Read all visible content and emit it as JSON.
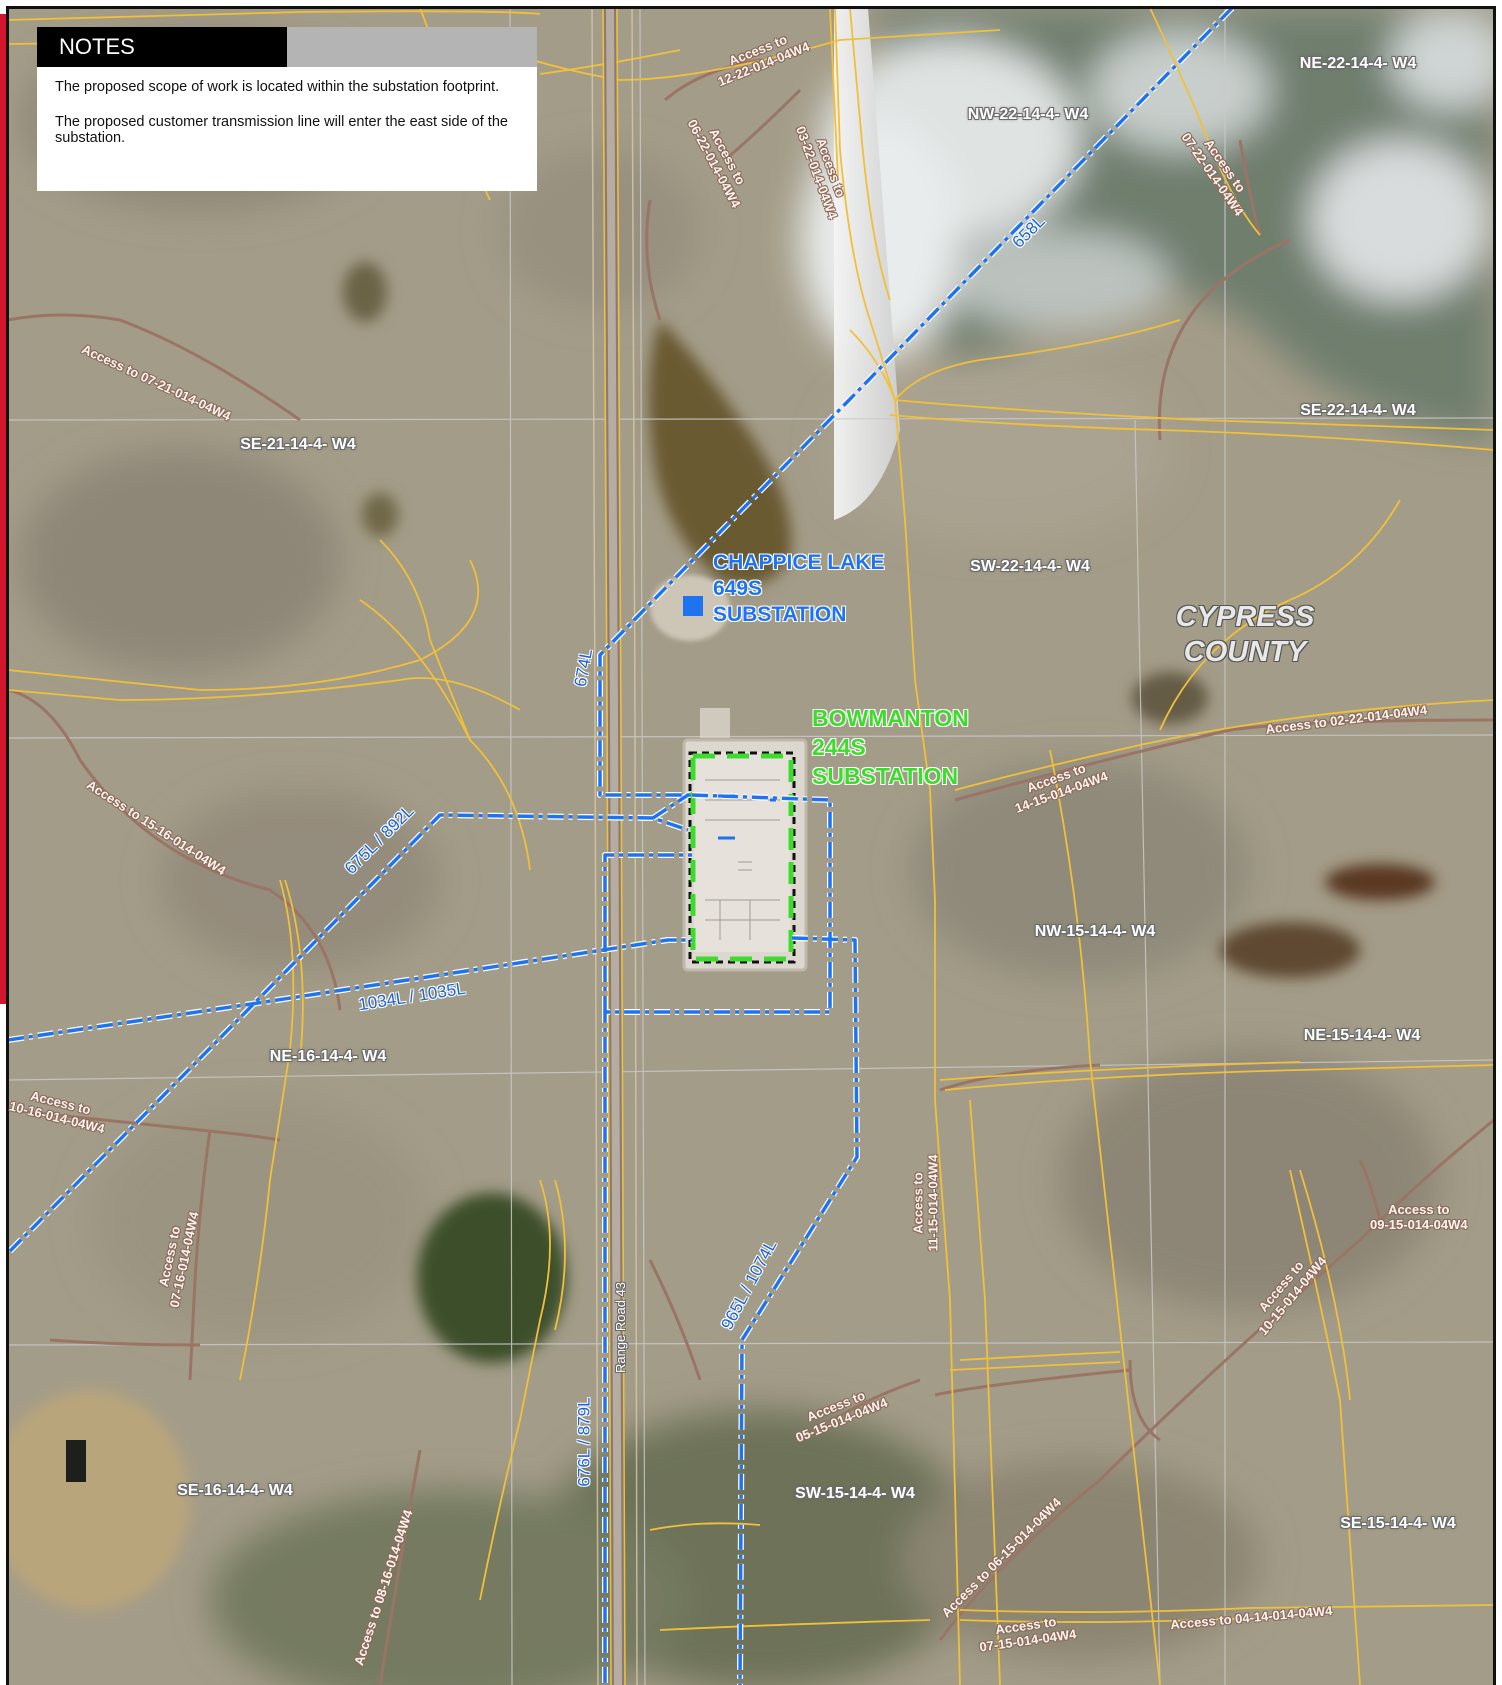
{
  "notes": {
    "title": "NOTES",
    "line1": "The proposed scope of work is located within the substation footprint.",
    "line2": "The proposed customer transmission line will enter the east side of the substation."
  },
  "substations": {
    "chappice": {
      "line1": "CHAPPICE LAKE",
      "line2": "649S",
      "line3": "SUBSTATION",
      "color": "#1e74f0"
    },
    "bowmanton": {
      "line1": "BOWMANTON",
      "line2": "244S",
      "line3": "SUBSTATION",
      "color": "#3ddc2c"
    }
  },
  "county": {
    "line1": "CYPRESS",
    "line2": "COUNTY"
  },
  "road": "Range Road 43",
  "transmission_lines": {
    "l658": "658L",
    "l674": "674L",
    "l675": "675L / 892L",
    "l1034": "1034L / 1035L",
    "l965": "965L / 1074L",
    "l676": "676L / 879L",
    "color": "#1e74f0"
  },
  "sections": {
    "ne22": "NE-22-14-4- W4",
    "nw22": "NW-22-14-4- W4",
    "se22": "SE-22-14-4- W4",
    "se21": "SE-21-14-4- W4",
    "sw22": "SW-22-14-4- W4",
    "nw15": "NW-15-14-4- W4",
    "ne15": "NE-15-14-4- W4",
    "ne16": "NE-16-14-4- W4",
    "se16": "SE-16-14-4- W4",
    "sw15": "SW-15-14-4- W4",
    "se15": "SE-15-14-4- W4"
  },
  "access": {
    "a12_22": [
      "Access to",
      "12-22-014-04W4"
    ],
    "a06_22": [
      "Access to",
      "06-22-014-04W4"
    ],
    "a03_22": [
      "Access to",
      "03-22-014-04W4"
    ],
    "a07_22": [
      "Access to",
      "07-22-014-04W4"
    ],
    "a07_21": "Access to 07-21-014-04W4",
    "a15_16": "Access to 15-16-014-04W4",
    "a02_22": "Access to 02-22-014-04W4",
    "a14_15": [
      "Access to",
      "14-15-014-04W4"
    ],
    "a10_16": [
      "Access to",
      "10-16-014-04W4"
    ],
    "a07_16": [
      "Access to",
      "07-16-014-04W4"
    ],
    "a11_15": [
      "Access to",
      "11-15-014-04W4"
    ],
    "a09_15": [
      "Access to",
      "09-15-014-04W4"
    ],
    "a10_15": [
      "Access to",
      "10-15-014-04W4"
    ],
    "a05_15": [
      "Access to",
      "05-15-014-04W4"
    ],
    "a08_16": "Access to 08-16-014-04W4",
    "a06_15": "Access to 06-15-014-04W4",
    "a07_15": [
      "Access to",
      "07-15-014-04W4"
    ],
    "a04_14": "Access to 04-14-014-04W4"
  },
  "colors": {
    "terrain": "#a39c88",
    "access_road": "#f0c03a",
    "trail": "#9a7566",
    "grid": "#c8c8c8",
    "transmission": "#1e74f0",
    "substation_fence": "#3ddc2c"
  }
}
